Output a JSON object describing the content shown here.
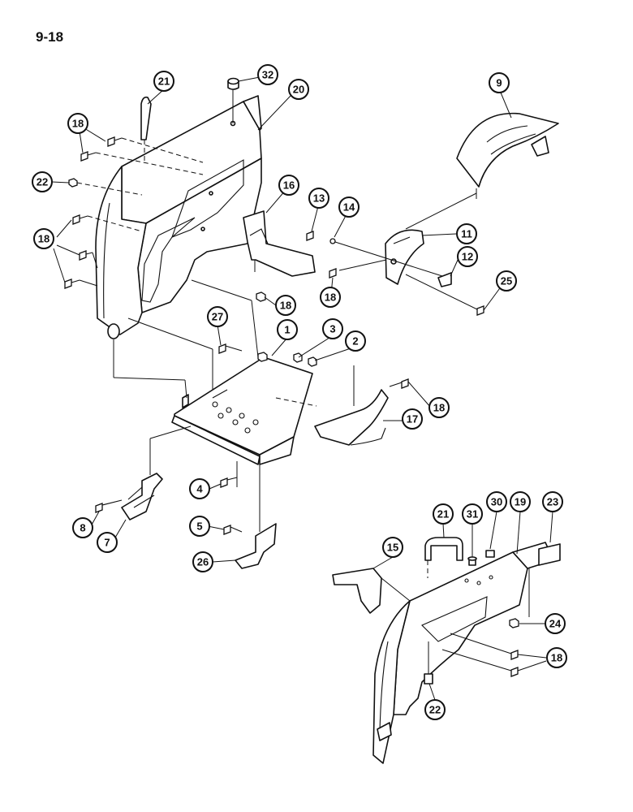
{
  "page_number": "9-18",
  "callouts": [
    {
      "id": "c21a",
      "label": "21"
    },
    {
      "id": "c32",
      "label": "32"
    },
    {
      "id": "c20",
      "label": "20"
    },
    {
      "id": "c18a",
      "label": "18"
    },
    {
      "id": "c22a",
      "label": "22"
    },
    {
      "id": "c18b",
      "label": "18"
    },
    {
      "id": "c9",
      "label": "9"
    },
    {
      "id": "c16",
      "label": "16"
    },
    {
      "id": "c13",
      "label": "13"
    },
    {
      "id": "c14",
      "label": "14"
    },
    {
      "id": "c11",
      "label": "11"
    },
    {
      "id": "c12",
      "label": "12"
    },
    {
      "id": "c25",
      "label": "25"
    },
    {
      "id": "c18c",
      "label": "18"
    },
    {
      "id": "c18d",
      "label": "18"
    },
    {
      "id": "c27",
      "label": "27"
    },
    {
      "id": "c1",
      "label": "1"
    },
    {
      "id": "c3",
      "label": "3"
    },
    {
      "id": "c2",
      "label": "2"
    },
    {
      "id": "c18e",
      "label": "18"
    },
    {
      "id": "c17",
      "label": "17"
    },
    {
      "id": "c4",
      "label": "4"
    },
    {
      "id": "c8",
      "label": "8"
    },
    {
      "id": "c7",
      "label": "7"
    },
    {
      "id": "c5",
      "label": "5"
    },
    {
      "id": "c26",
      "label": "26"
    },
    {
      "id": "c21b",
      "label": "21"
    },
    {
      "id": "c31",
      "label": "31"
    },
    {
      "id": "c30",
      "label": "30"
    },
    {
      "id": "c19",
      "label": "19"
    },
    {
      "id": "c23",
      "label": "23"
    },
    {
      "id": "c15",
      "label": "15"
    },
    {
      "id": "c24",
      "label": "24"
    },
    {
      "id": "c18f",
      "label": "18"
    },
    {
      "id": "c22b",
      "label": "22"
    }
  ]
}
